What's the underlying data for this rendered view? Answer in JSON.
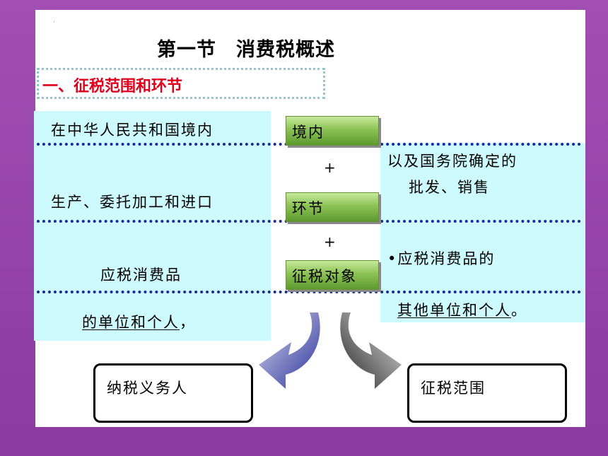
{
  "title": "第一节　消费税概述",
  "section_heading": "一、征税范围和环节",
  "left_column": {
    "row1": "在中华人民共和国境内",
    "row2": "生产、委托加工和进口",
    "row3": "应税消费品",
    "row4_underlined": "的单位和个人",
    "row4_tail": "，"
  },
  "middle_tags": {
    "tag1": "境内",
    "plus1": "+",
    "tag2": "环节",
    "plus2": "+",
    "tag3": "征税对象"
  },
  "right_column": {
    "line1": "以及国务院确定的",
    "line2": "批发、销售",
    "line3": "•应税消费品的",
    "line4_underlined": "其他单位和个人",
    "line4_tail": "。"
  },
  "outcomes": {
    "left": "纳税义务人",
    "right": "征税范围"
  },
  "colors": {
    "background": "#9a46ad",
    "panel": "#ccfafd",
    "heading_red": "#e0001b",
    "dotted_line": "#1b2a9a",
    "tag_green": "#8cc255",
    "left_arrow": "#2a2f9a",
    "right_arrow": "#444444"
  }
}
